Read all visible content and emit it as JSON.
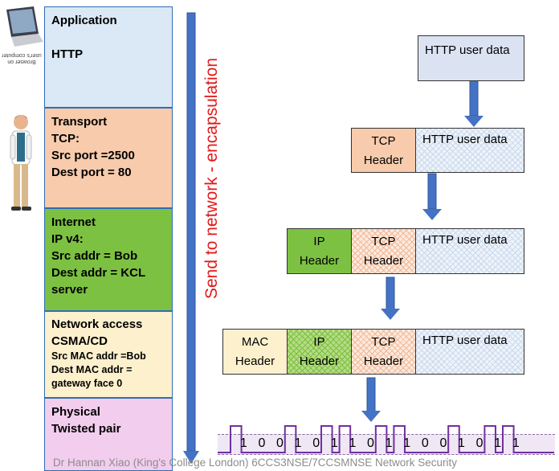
{
  "side_labels": {
    "browser": "Browser on user's computer"
  },
  "layers": [
    {
      "name": "Application",
      "lines": [
        "HTTP"
      ]
    },
    {
      "name": "Transport",
      "lines": [
        "TCP:",
        "Src port =2500",
        "Dest port = 80"
      ]
    },
    {
      "name": "Internet",
      "lines": [
        "IP v4:",
        "Src addr = Bob",
        "Dest addr = KCL",
        "server"
      ]
    },
    {
      "name": "Network access",
      "lines": [
        "CSMA/CD"
      ],
      "small_lines": [
        "Src MAC addr =Bob",
        "Dest MAC addr =",
        "gateway face 0"
      ]
    },
    {
      "name": "Physical",
      "lines": [
        "Twisted pair"
      ]
    }
  ],
  "vertical_label": "Send to network - encapsulation",
  "packets": {
    "http_user_data": "HTTP user data",
    "tcp_header": [
      "TCP",
      "Header"
    ],
    "ip_header": [
      "IP",
      "Header"
    ],
    "mac_header": [
      "MAC",
      "Header"
    ]
  },
  "bits": [
    "1",
    "0",
    "0",
    "1",
    "0",
    "1",
    "1",
    "0",
    "1",
    "1",
    "0",
    "0",
    "1",
    "0",
    "1",
    "1"
  ],
  "footer": "Dr Hannan Xiao (King's College London) 6CCS3NSE/7CCSMNSE Network Security",
  "colors": {
    "application": "#dbe8f5",
    "transport": "#f7cbac",
    "internet": "#7dc142",
    "network_access": "#fdf0cd",
    "physical": "#f2cdee",
    "arrow": "#4472c4",
    "vertical_text": "#e3191a",
    "signal": "#7030a0"
  }
}
